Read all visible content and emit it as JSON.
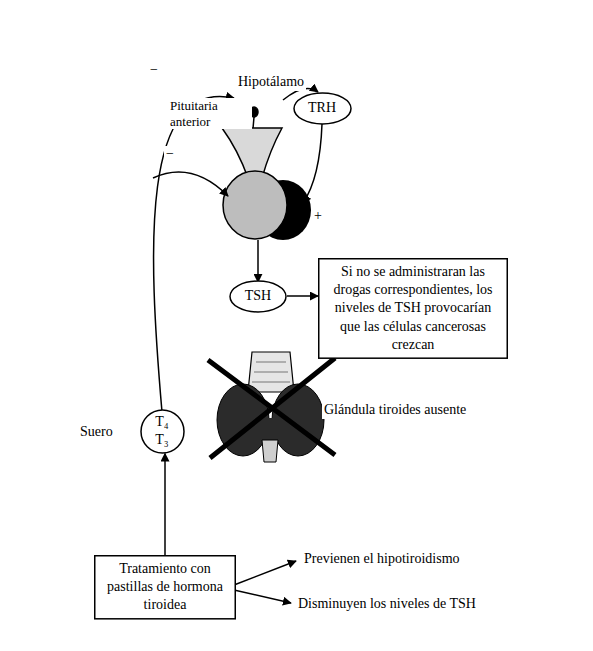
{
  "diagram": {
    "nodes": [
      {
        "text": [
          "TRH"
        ]
      },
      {
        "text": [
          "TSH"
        ]
      },
      {
        "text": [
          "Si no se administraran las drogas correspondientes, los niveles de TSH provocarían que las células cancerosas crezcan"
        ]
      },
      {
        "text": [
          "T₄ T₃"
        ]
      },
      {
        "text": [
          "Tratamiento con pastillas de hormona tiroidea"
        ]
      }
    ],
    "edges": [
      {
        "from": 1,
        "to": 2,
        "arrow": "to"
      },
      {
        "from": 4,
        "to": 3,
        "arrow": "to"
      }
    ],
    "labels": [
      "Hipotálamo",
      "−",
      "Pituitaria anterior",
      "−",
      "+",
      "Glándula tiroides ausente",
      "Suero",
      "Previenen el hipotiroidismo",
      "Disminuyen los niveles de TSH"
    ]
  }
}
